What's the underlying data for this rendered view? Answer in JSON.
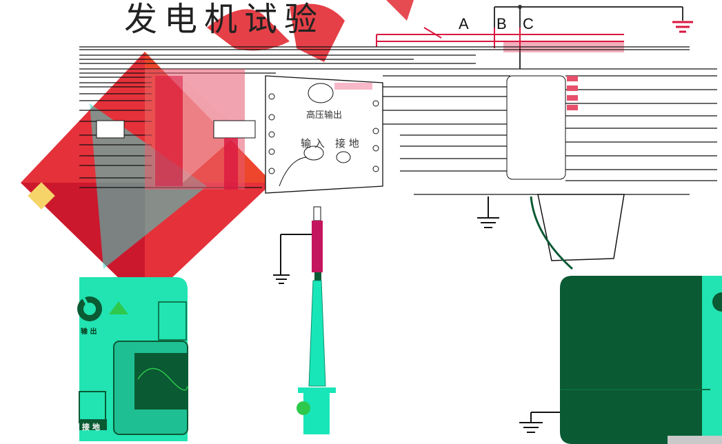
{
  "title": "发电机试验",
  "phases": [
    "A",
    "B",
    "C"
  ],
  "panel": {
    "hv_label": "高压输出",
    "input_label": "输 入",
    "ground_label": "接 地"
  },
  "device": {
    "output_label": "输 出",
    "ground_label": "接 地"
  },
  "colors": {
    "instrument_teal": "#22e3b2",
    "device_dark": "#0a5a33",
    "probe_red": "#c4155f",
    "watermark_red": "#e0202a",
    "bus_red": "#d9163e",
    "probe_body": "#19e6b8"
  }
}
